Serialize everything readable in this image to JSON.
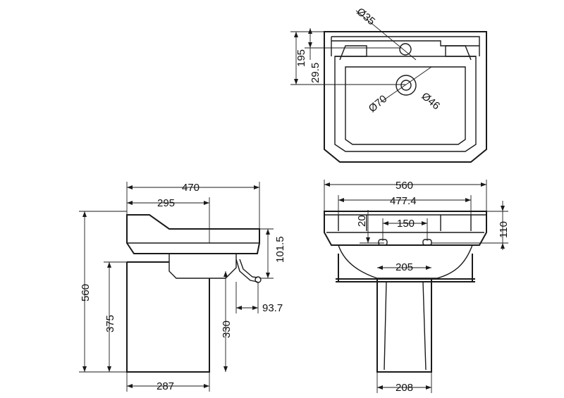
{
  "top_view": {
    "tap_hole": "Ø35",
    "back_depth": "195",
    "hole_offset": "29.5",
    "waste_outer": "Ø70",
    "waste_inner": "Ø46"
  },
  "side_view": {
    "depth": "470",
    "tap_position": "295",
    "rim_height": "101.5",
    "overall_height": "560",
    "pedestal_height": "375",
    "trap_height": "330",
    "trap_projection": "93.7",
    "pedestal_depth": "287"
  },
  "front_view": {
    "width": "560",
    "inner_width": "477.4",
    "rail_offset": "20",
    "rail_centres": "150",
    "front_depth": "110",
    "waste_spacing": "205",
    "pedestal_width": "208"
  }
}
